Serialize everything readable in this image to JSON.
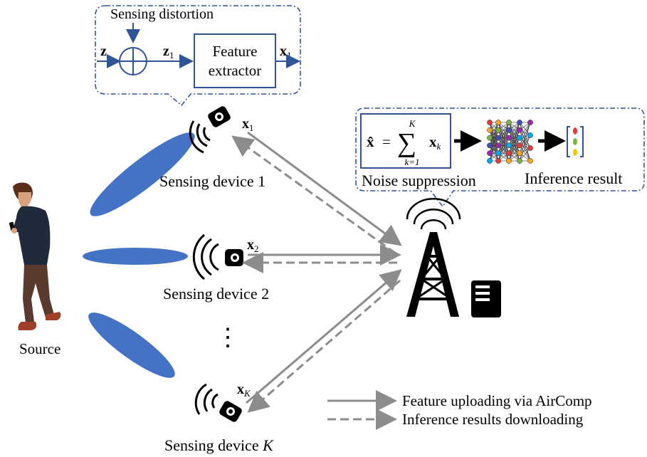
{
  "block": {
    "sensing_distortion": "Sensing distortion",
    "z": "z",
    "z1_base": "z",
    "z1_sub": "1",
    "feature_extractor_line1": "Feature",
    "feature_extractor_line2": "extractor",
    "x1_base": "x",
    "x1_sub": "1"
  },
  "devices": [
    {
      "label": "Sensing device 1",
      "x_base": "x",
      "x_sub": "1"
    },
    {
      "label": "Sensing device 2",
      "x_base": "x",
      "x_sub": "2"
    },
    {
      "label_prefix": "Sensing device ",
      "label_suffix": "K",
      "x_base": "x",
      "x_sub": "K"
    }
  ],
  "ellipsis": "⋮",
  "source": "Source",
  "server": {
    "noise_suppression": "Noise suppression",
    "inference_result": "Inference result",
    "equation": {
      "xhat": "x̂",
      "equals": "=",
      "sum": "∑",
      "upper": "K",
      "lower": "k=1",
      "term_base": "x",
      "term_sub": "k"
    }
  },
  "legend": {
    "solid": "Feature uploading via AirComp",
    "dashed": "Inference results downloading"
  },
  "colors": {
    "accent_blue": "#2f5597",
    "ellipse_blue": "#4472c4",
    "arrow_gray": "#8c8c8c",
    "neuron_colors": [
      "#e63b3b",
      "#f5a623",
      "#7cb342",
      "#3f51b5",
      "#9c27b0",
      "#03a9f4"
    ]
  }
}
